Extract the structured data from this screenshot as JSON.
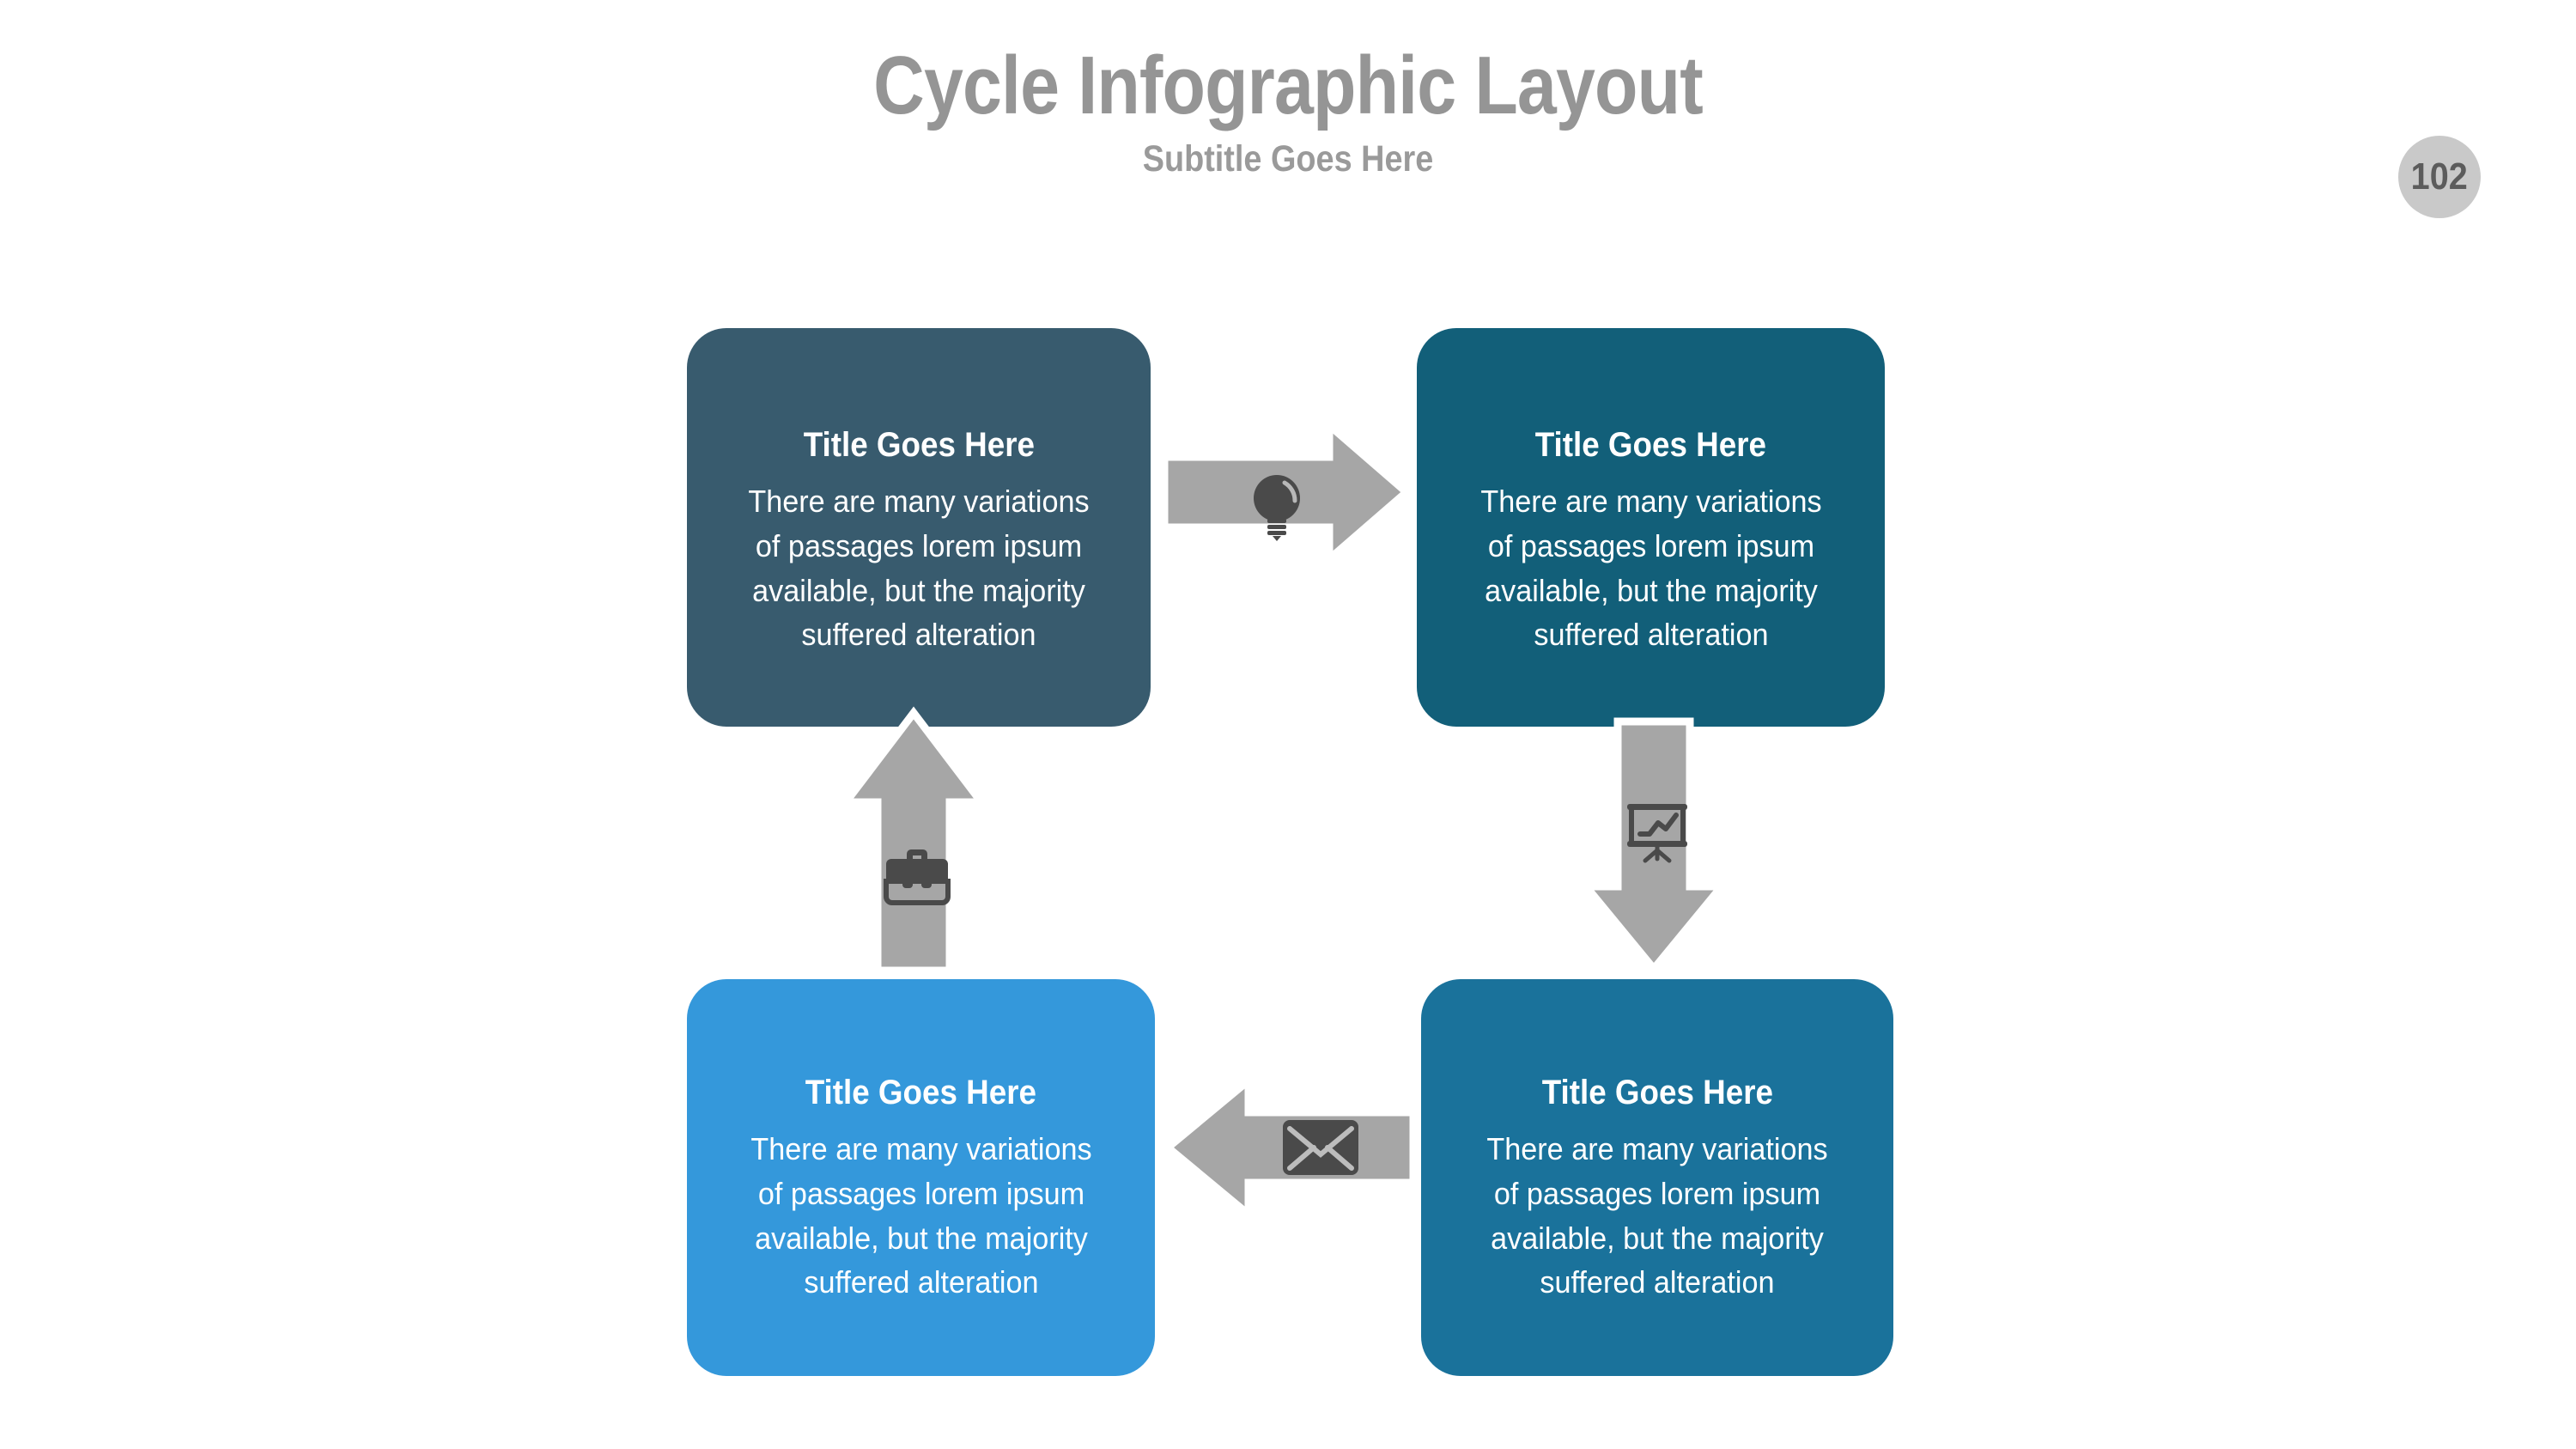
{
  "header": {
    "title": "Cycle Infographic Layout",
    "subtitle": "Subtitle Goes Here"
  },
  "page_badge": {
    "number": "102"
  },
  "colors": {
    "background": "#ffffff",
    "title_gray": "#959595",
    "badge_fill": "#c9c9c9",
    "badge_text": "#5c5c5c",
    "arrow_fill": "#a6a6a6",
    "arrow_stroke": "#ffffff",
    "icon_dark": "#4a4a4a",
    "box_top_left": "#385b6e",
    "box_top_right": "#125f79",
    "box_bottom_right": "#1a729b",
    "box_bottom_left": "#3498db"
  },
  "boxes": [
    {
      "id": "top-left",
      "title": "Title Goes Here",
      "body": "There are many variations of passages lorem ipsum available, but the majority suffered alteration",
      "color": "#385b6e"
    },
    {
      "id": "top-right",
      "title": "Title Goes Here",
      "body": "There are many variations of passages lorem ipsum available, but the majority suffered alteration",
      "color": "#125f79"
    },
    {
      "id": "bottom-right",
      "title": "Title Goes Here",
      "body": "There are many variations of passages lorem ipsum available, but the majority suffered alteration",
      "color": "#1a729b"
    },
    {
      "id": "bottom-left",
      "title": "Title Goes Here",
      "body": "There are many variations of passages lorem ipsum available, but the majority suffered alteration",
      "color": "#3498db"
    }
  ],
  "arrows": [
    {
      "id": "right-top",
      "direction": "right",
      "icon": "lightbulb-icon",
      "from": "top-left",
      "to": "top-right"
    },
    {
      "id": "down-right",
      "direction": "down",
      "icon": "presentation-chart-icon",
      "from": "top-right",
      "to": "bottom-right"
    },
    {
      "id": "left-bottom",
      "direction": "left",
      "icon": "envelope-icon",
      "from": "bottom-right",
      "to": "bottom-left"
    },
    {
      "id": "up-left",
      "direction": "up",
      "icon": "briefcase-icon",
      "from": "bottom-left",
      "to": "top-left"
    }
  ]
}
